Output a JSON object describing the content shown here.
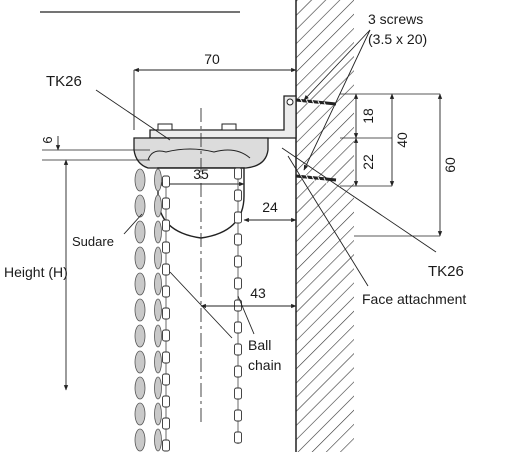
{
  "labels": {
    "screws_line1": "3 screws",
    "screws_line2": "(3.5 x 20)",
    "tk26_top": "TK26",
    "tk26_right": "TK26",
    "face_attachment": "Face attachment",
    "sudare": "Sudare",
    "height": "Height (H)",
    "ball_line1": "Ball",
    "ball_line2": "chain"
  },
  "dimensions": {
    "width_70": "70",
    "gap_6": "6",
    "rail_35": "35",
    "gap_24": "24",
    "gap_43": "43",
    "screw_18": "18",
    "screw_22": "22",
    "bracket_40": "40",
    "bracket_60": "60"
  },
  "colors": {
    "line": "#222222",
    "rail_fill": "#dcdcdc",
    "sudare_fill": "#c9c9c9",
    "background": "#ffffff"
  }
}
